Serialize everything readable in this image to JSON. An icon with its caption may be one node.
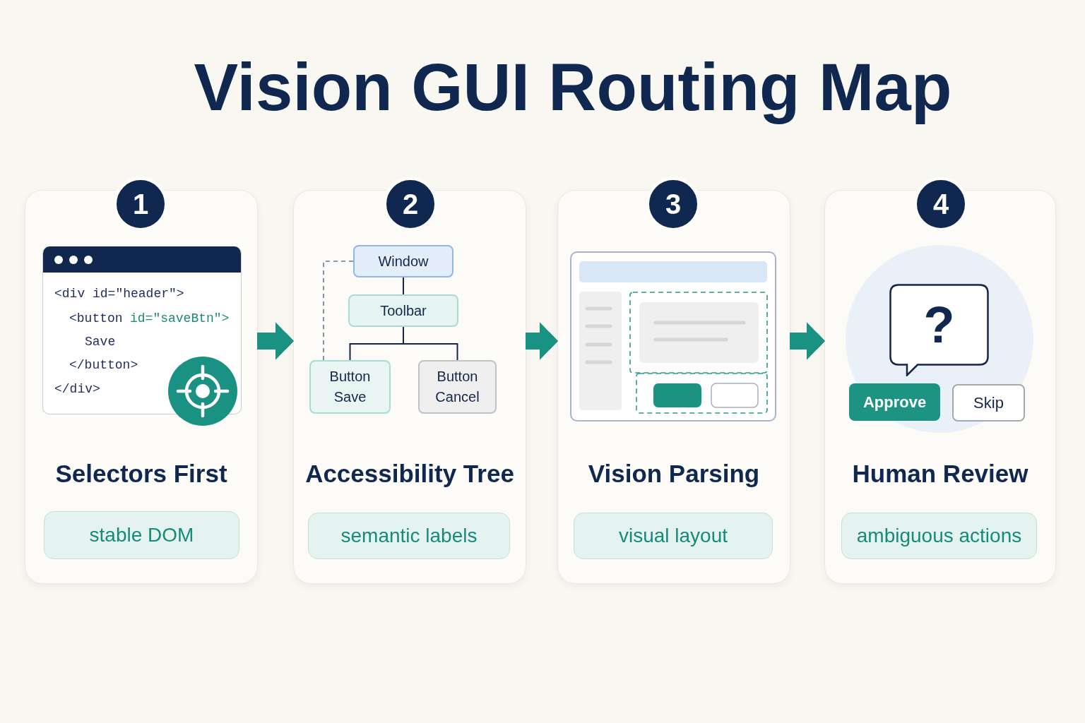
{
  "diagram": {
    "title": "Vision GUI Routing Map",
    "nodes": [
      {
        "text": [
          "Selectors First"
        ]
      },
      {
        "text": [
          "1"
        ]
      },
      {
        "text": [
          "<div id=\"header\">",
          "<button",
          "id=\"saveBtn\">",
          "Save",
          "</button>",
          "</div>"
        ],
        "in": 0
      },
      {
        "text": [
          "stable DOM"
        ],
        "in": 0
      },
      {
        "text": [
          "Accessibility Tree"
        ]
      },
      {
        "text": [
          "2"
        ]
      },
      {
        "text": [
          "Window"
        ],
        "in": 4
      },
      {
        "text": [
          "Toolbar"
        ],
        "in": 4
      },
      {
        "text": [
          "Button Save"
        ],
        "in": 4
      },
      {
        "text": [
          "Button Cancel"
        ],
        "in": 4
      },
      {
        "text": [
          "semantic labels"
        ],
        "in": 4
      },
      {
        "text": [
          "Vision Parsing"
        ]
      },
      {
        "text": [
          "3"
        ]
      },
      {
        "text": [
          "visual layout"
        ],
        "in": 11
      },
      {
        "text": [
          "Human Review"
        ]
      },
      {
        "text": [
          "4"
        ]
      },
      {
        "text": [
          "?"
        ],
        "in": 14
      },
      {
        "text": [
          "Approve"
        ],
        "in": 14
      },
      {
        "text": [
          "Skip"
        ],
        "in": 14
      },
      {
        "text": [
          "ambiguous actions"
        ],
        "in": 14
      }
    ],
    "edges": [
      {
        "from": 0,
        "to": 4,
        "arrow": "to",
        "style": "thick",
        "color": "#1a9283"
      },
      {
        "from": 4,
        "to": 11,
        "arrow": "to",
        "style": "thick",
        "color": "#1a9283"
      },
      {
        "from": 11,
        "to": 14,
        "arrow": "to",
        "style": "thick",
        "color": "#1a9283"
      },
      {
        "from": 6,
        "to": 7,
        "arrow": "none",
        "color": "#14254a"
      },
      {
        "from": 7,
        "to": 8,
        "arrow": "none",
        "color": "#14254a"
      },
      {
        "from": 7,
        "to": 9,
        "arrow": "none",
        "color": "#14254a"
      },
      {
        "from": 6,
        "to": 8,
        "arrow": "none",
        "style": "dashed",
        "color": "#5f7a99"
      }
    ]
  }
}
